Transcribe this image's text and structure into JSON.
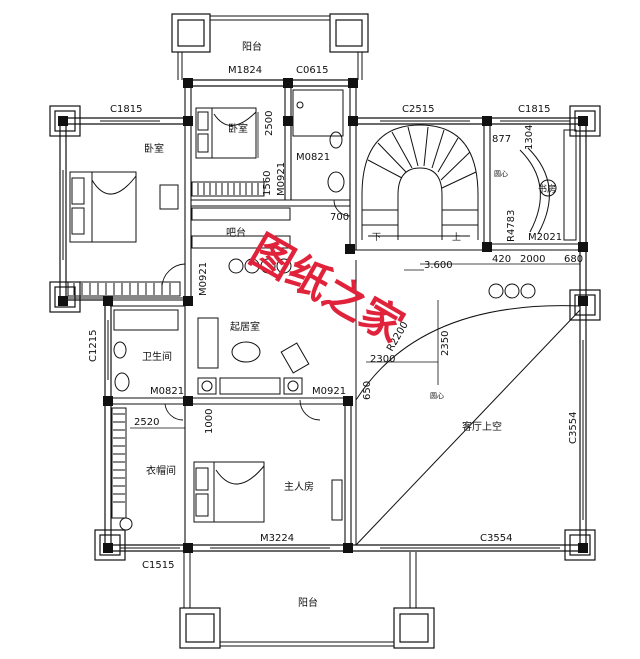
{
  "rooms": {
    "balcony_top": "阳台",
    "bedroom_left": "卧室",
    "bedroom_top": "卧室",
    "bar": "吧台",
    "living": "起居室",
    "bath": "卫生间",
    "closet": "衣帽间",
    "master": "主人房",
    "study": "书房",
    "void": "客厅上空",
    "balcony_bottom": "阳台"
  },
  "dims": {
    "m1824": "M1824",
    "c0615": "C0615",
    "c1815_left": "C1815",
    "c2515": "C2515",
    "c1815_right": "C1815",
    "d2500": "2500",
    "m0821_top": "M0821",
    "d877": "877",
    "r1304": "1304",
    "d1560": "1560",
    "m0921_v1": "M0921",
    "d700": "700",
    "r4783": "R4783",
    "m2021": "M2021",
    "d420": "420",
    "d2000": "2000",
    "d680": "680",
    "level": "3.600",
    "m0921_left": "M0921",
    "r2200": "R2200",
    "d2350": "2350",
    "d2300": "2300",
    "d650": "650",
    "c1215": "C1215",
    "m0821_mid": "M0821",
    "m0921_mid": "M0921",
    "d2520": "2520",
    "d1000": "1000",
    "c3554_right": "C3554",
    "m3224": "M3224",
    "c3554_bottom": "C3554",
    "c1515": "C1515"
  },
  "labels": {
    "stair_down": "下",
    "stair_up": "上",
    "center_1": "圆心",
    "center_2": "圆心"
  },
  "watermark": "图纸之家",
  "colors": {
    "ink": "#111111",
    "watermark": "#e0223a",
    "wall_fill": "#111111"
  }
}
